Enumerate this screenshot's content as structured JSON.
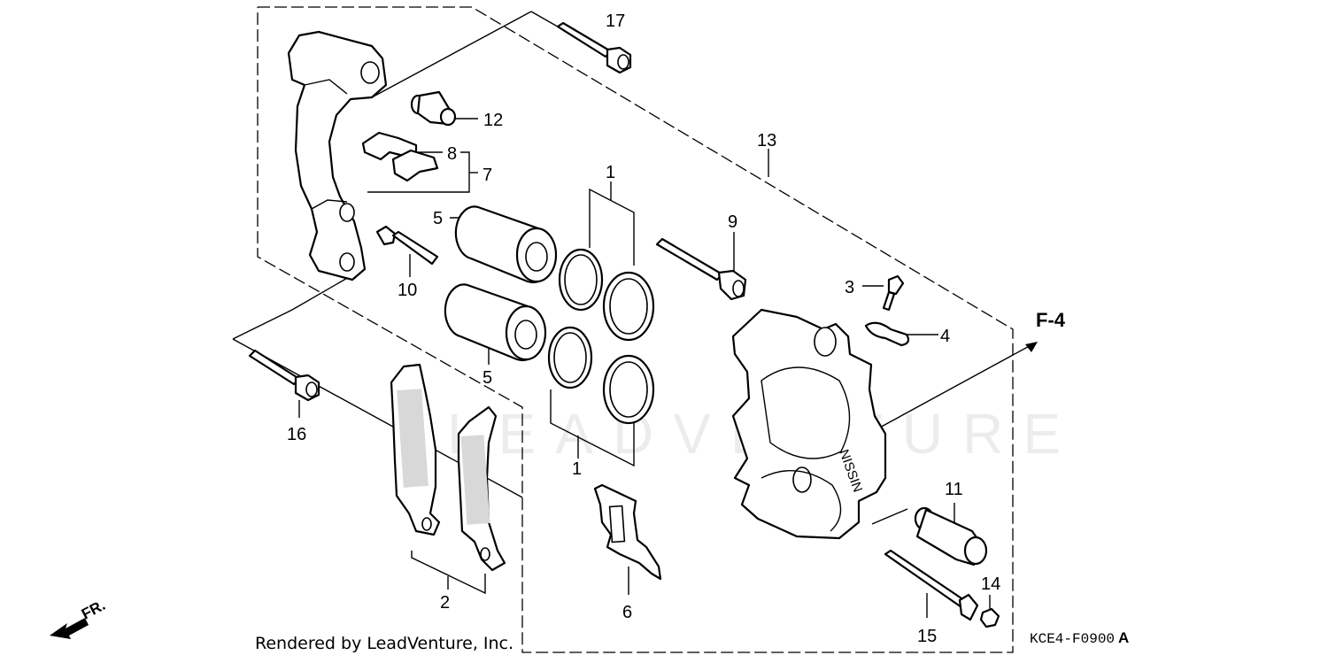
{
  "callouts": {
    "p1_top": "1",
    "p1_bottom": "1",
    "p2": "2",
    "p3": "3",
    "p4": "4",
    "p5_top": "5",
    "p5_bottom": "5",
    "p6": "6",
    "p7": "7",
    "p8": "8",
    "p9": "9",
    "p10": "10",
    "p11": "11",
    "p12": "12",
    "p13": "13",
    "p14": "14",
    "p15": "15",
    "p16": "16",
    "p17": "17"
  },
  "reference": "F-4",
  "direction": "FR.",
  "caliper_marking": "NISSIN",
  "watermark": "LEADVENTURE",
  "footer": {
    "credit": "Rendered by LeadVenture, Inc.",
    "code": "KCE4-F0900",
    "suffix": "A"
  }
}
